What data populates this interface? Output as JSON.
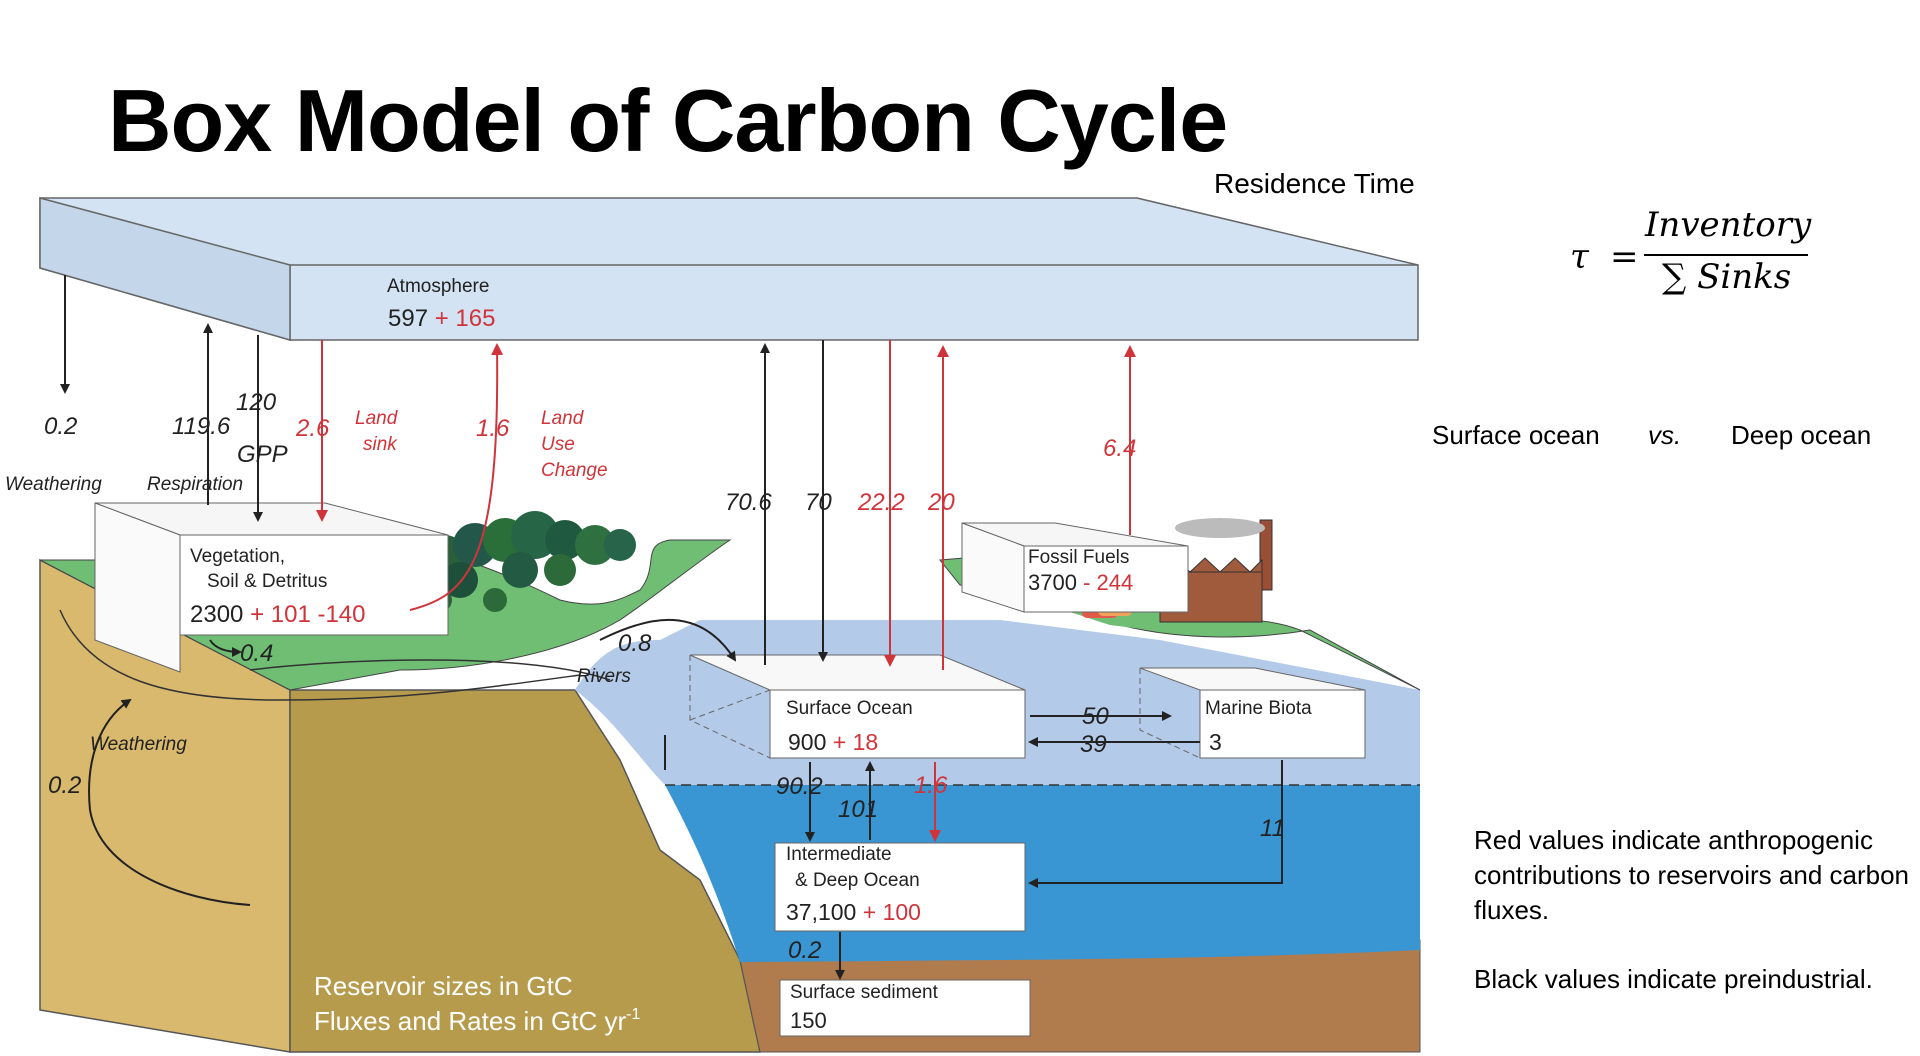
{
  "title": "Box Model of Carbon Cycle",
  "residence_time_label": "Residence Time",
  "formula": {
    "tau": "τ",
    "equals": "=",
    "numerator": "Inventory",
    "denominator": "∑ Sinks"
  },
  "comparison": {
    "left": "Surface ocean",
    "vs": "vs.",
    "right": "Deep ocean"
  },
  "notes": {
    "red": "Red values indicate anthropogenic contributions to reservoirs and carbon fluxes.",
    "black": "Black values indicate preindustrial."
  },
  "colors": {
    "anthropogenic": "#d0343a",
    "preindustrial": "#222222",
    "atmosphere": "#d3e3f3",
    "ocean_surface": "#b3cbe9",
    "ocean_deep": "#3a95d3",
    "land": "#d8b96e",
    "vegetation": "#6fbe74"
  },
  "reservoirs": {
    "atmosphere": {
      "name": "Atmosphere",
      "base": "597",
      "anthro": "+ 165"
    },
    "vegetation": {
      "name_line1": "Vegetation,",
      "name_line2": "Soil & Detritus",
      "base": "2300",
      "anthro": "+ 101 -140"
    },
    "fossil": {
      "name": "Fossil Fuels",
      "base": "3700",
      "anthro": "- 244"
    },
    "surface_ocean": {
      "name": "Surface Ocean",
      "base": "900",
      "anthro": "+ 18"
    },
    "marine_biota": {
      "name": "Marine Biota",
      "base": "3"
    },
    "deep_ocean": {
      "name_line1": "Intermediate",
      "name_line2": "& Deep Ocean",
      "base": "37,100",
      "anthro": "+ 100"
    },
    "sediment": {
      "name": "Surface sediment",
      "base": "150"
    }
  },
  "fluxes": {
    "weathering_top": "0.2",
    "weathering_top_label": "Weathering",
    "respiration": "119.6",
    "respiration_label": "Respiration",
    "gpp": "120",
    "gpp_label": "GPP",
    "land_sink": "2.6",
    "land_sink_label_1": "Land",
    "land_sink_label_2": "sink",
    "land_use": "1.6",
    "land_use_label_1": "Land",
    "land_use_label_2": "Use",
    "land_use_label_3": "Change",
    "ocean_out": "70.6",
    "ocean_in": "70",
    "ocean_in_anthro": "22.2",
    "ocean_out_anthro": "20",
    "fossil_emission": "6.4",
    "rivers_soil": "0.4",
    "rivers": "0.8",
    "rivers_label": "Rivers",
    "weathering_side": "0.2",
    "weathering_side_label": "Weathering",
    "to_biota": "50",
    "from_biota": "39",
    "downwelling": "90.2",
    "upwelling": "101",
    "anthro_down": "1.6",
    "biota_sink": "11",
    "sedimentation": "0.2"
  },
  "legend": {
    "line1": "Reservoir sizes in GtC",
    "line2_prefix": "Fluxes and Rates in GtC yr",
    "line2_sup": "-1"
  }
}
